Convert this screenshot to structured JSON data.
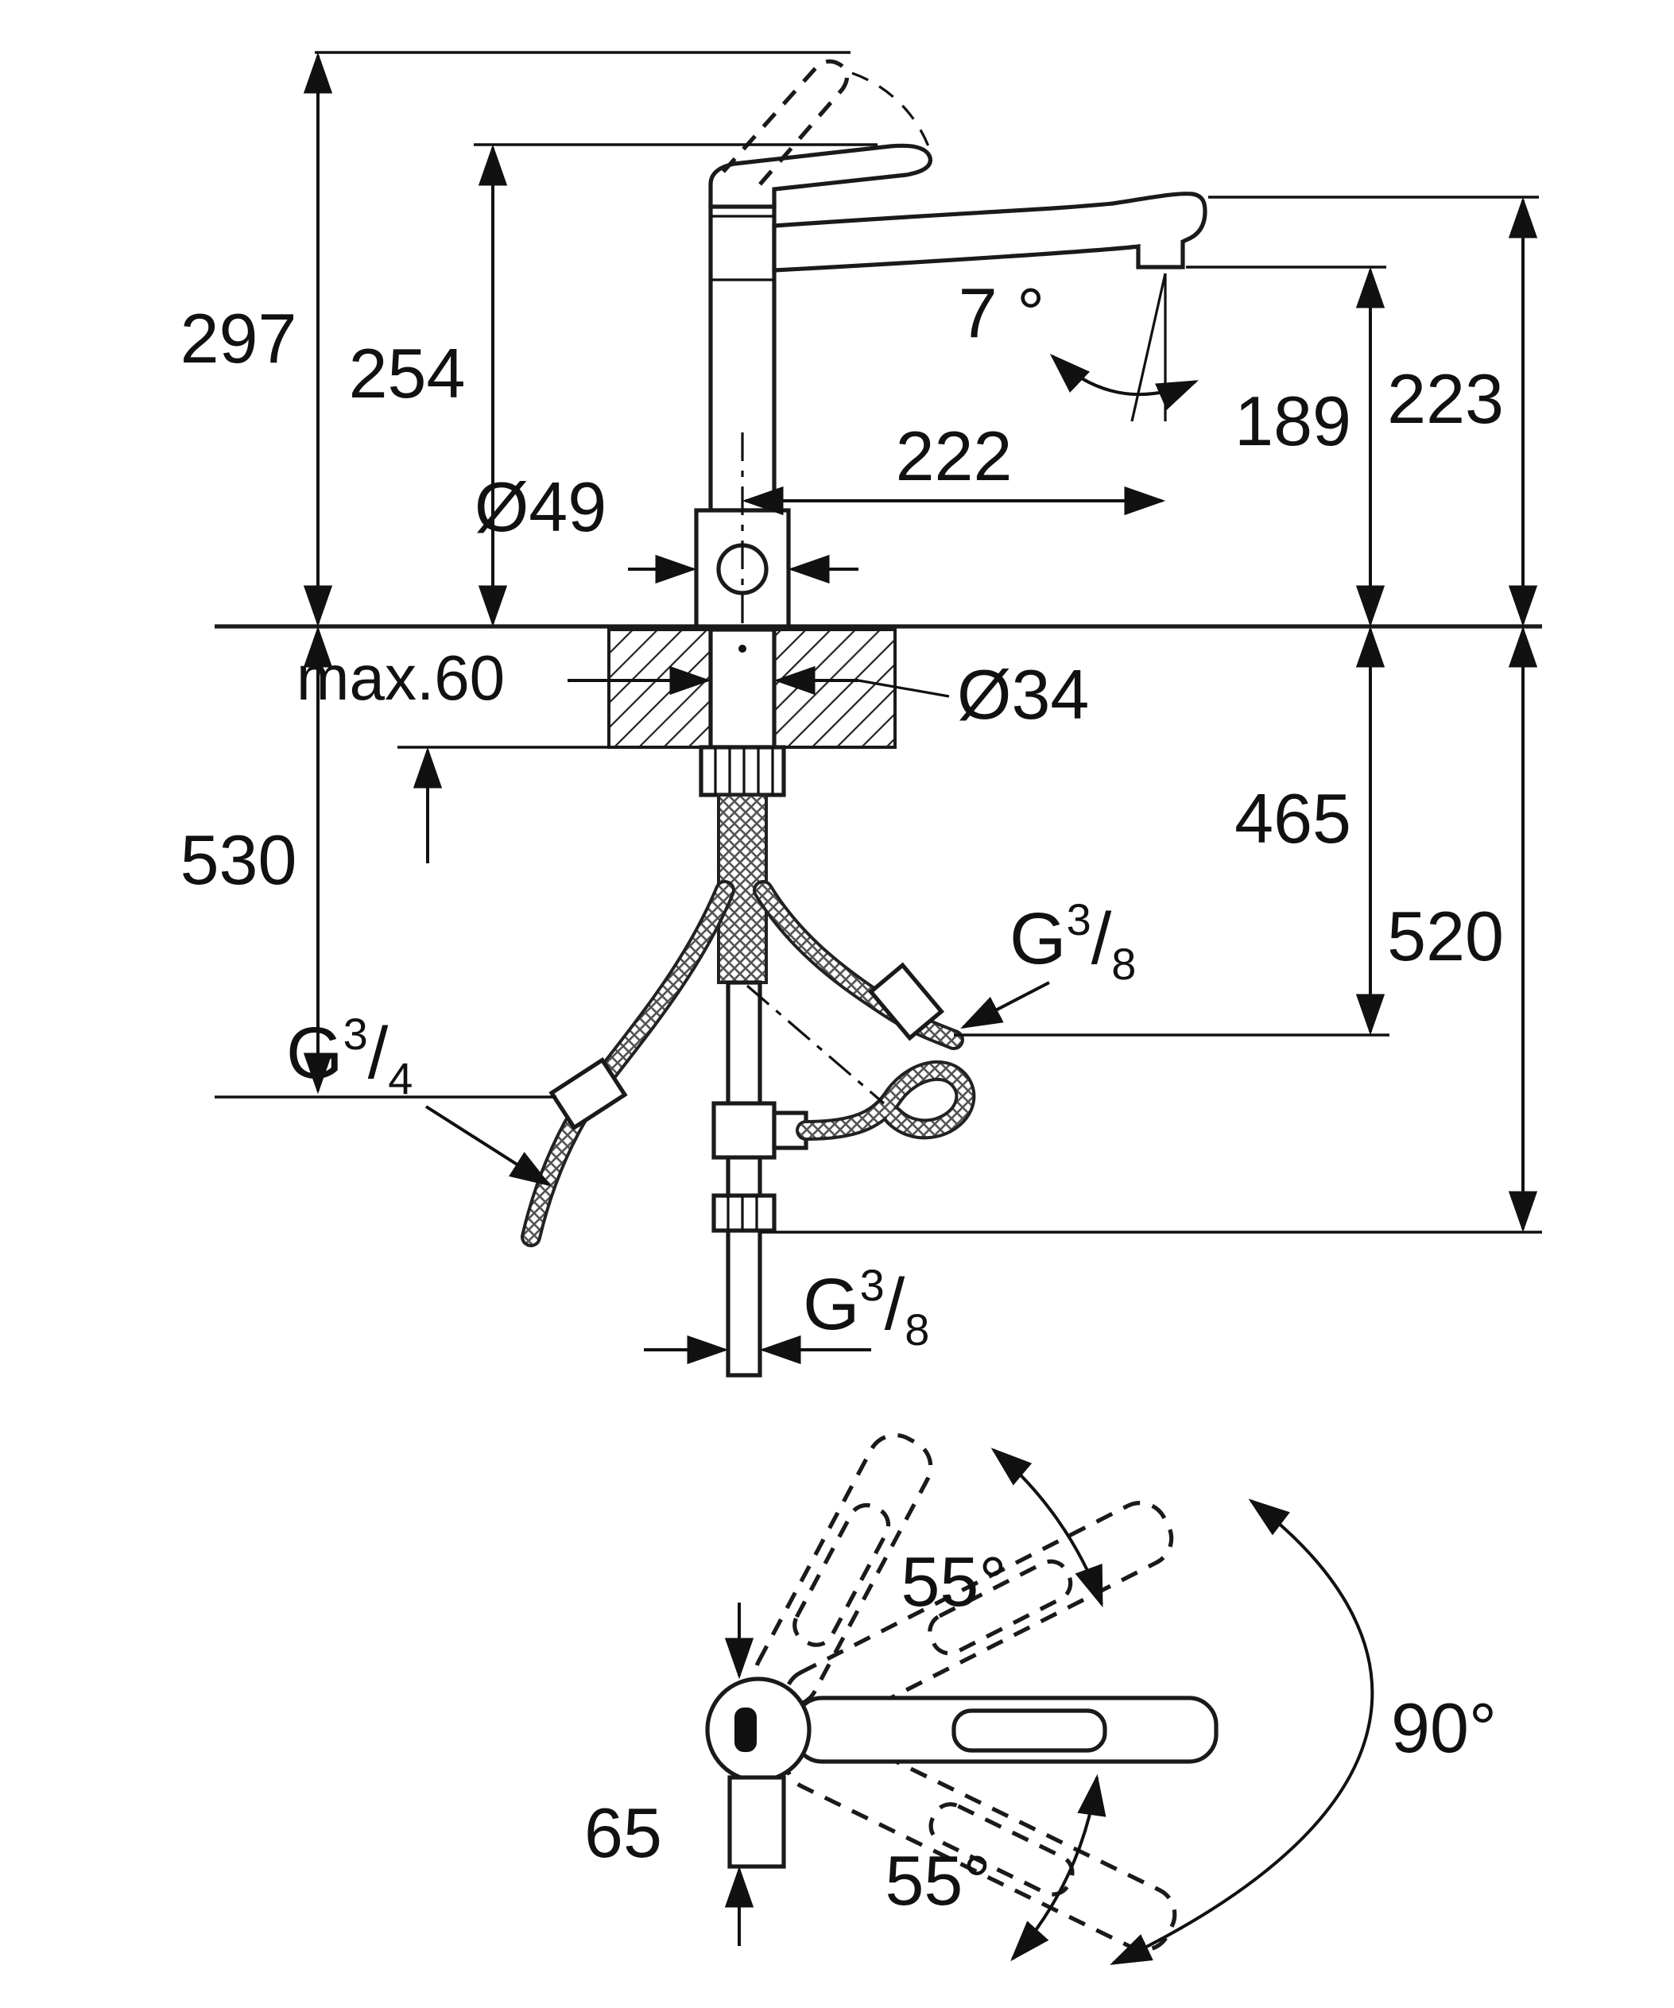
{
  "drawing": {
    "type": "technical-dimension-diagram",
    "product": "single-lever kitchen faucet",
    "units": "mm",
    "colors": {
      "line": "#1a1a1a",
      "background": "#ffffff"
    },
    "side_view": {
      "dimensions": {
        "height_to_handle_raised": "297",
        "height_to_handle": "254",
        "spout_reach": "222",
        "spout_angle": "7 °",
        "outlet_to_deck": "189",
        "spout_top_to_deck": "223",
        "body_diameter": "Ø49",
        "max_deck_thickness": "max.60",
        "shank_diameter": "Ø34",
        "deck_to_hose_end_right": "465",
        "deck_to_hose_end_left": "530",
        "deck_to_pipe_end": "520"
      },
      "threads": {
        "g34": {
          "prefix": "G",
          "numerator": "3",
          "slash": "/",
          "denominator": "4"
        },
        "g38_side": {
          "prefix": "G",
          "numerator": "3",
          "slash": "/",
          "denominator": "8"
        },
        "g38_bottom": {
          "prefix": "G",
          "numerator": "3",
          "slash": "/",
          "denominator": "8"
        }
      }
    },
    "top_view": {
      "dimensions": {
        "handle_height": "65",
        "handle_swivel_upper": "55°",
        "spout_swivel": "90°",
        "handle_swivel_lower": "55°"
      }
    }
  }
}
